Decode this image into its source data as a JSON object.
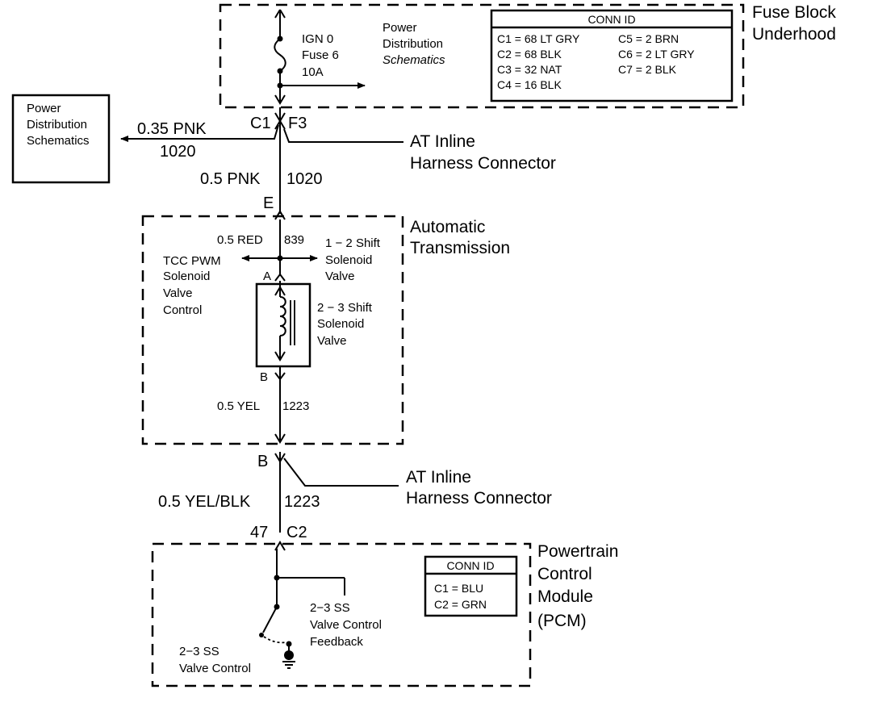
{
  "fuse_block": {
    "label_line1": "Fuse Block",
    "label_line2": "Underhood",
    "fuse_line1": "IGN 0",
    "fuse_line2": "Fuse 6",
    "fuse_line3": "10A",
    "pd_line1": "Power",
    "pd_line2": "Distribution",
    "pd_line3": "Schematics",
    "conn_title": "CONN ID",
    "conn": [
      "C1 = 68 LT GRY",
      "C2 = 68 BLK",
      "C3 = 32 NAT",
      "C4 = 16 BLK",
      "C5 = 2 BRN",
      "C6 = 2 LT GRY",
      "C7 = 2 BLK"
    ]
  },
  "left_box": {
    "line1": "Power",
    "line2": "Distribution",
    "line3": "Schematics"
  },
  "top_wires": {
    "c1": "C1",
    "f3": "F3",
    "pnk_035": "0.35 PNK",
    "circuit_1020_a": "1020",
    "pnk_05": "0.5 PNK",
    "circuit_1020_b": "1020",
    "pin_e": "E"
  },
  "at_inline_1": {
    "line1": "AT Inline",
    "line2": "Harness Connector"
  },
  "transmission": {
    "label_line1": "Automatic",
    "label_line2": "Transmission",
    "red_wire": "0.5 RED",
    "circuit_839": "839",
    "tcc_line1": "TCC PWM",
    "tcc_line2": "Solenoid",
    "tcc_line3": "Valve",
    "tcc_line4": "Control",
    "shift12_line1": "1 − 2 Shift",
    "shift12_line2": "Solenoid",
    "shift12_line3": "Valve",
    "pin_a": "A",
    "shift23_line1": "2 − 3 Shift",
    "shift23_line2": "Solenoid",
    "shift23_line3": "Valve",
    "pin_b": "B",
    "yel_wire": "0.5 YEL",
    "circuit_1223": "1223"
  },
  "middle_wires": {
    "pin_b": "B",
    "yelblk_wire": "0.5 YEL/BLK",
    "circuit_1223": "1223",
    "pin_47": "47",
    "c2": "C2"
  },
  "at_inline_2": {
    "line1": "AT Inline",
    "line2": "Harness Connector"
  },
  "pcm": {
    "label_line1": "Powertrain",
    "label_line2": "Control",
    "label_line3": "Module",
    "label_line4": "(PCM)",
    "conn_title": "CONN ID",
    "conn": [
      "C1 = BLU",
      "C2 = GRN"
    ],
    "fb_line1": "2−3 SS",
    "fb_line2": "Valve Control",
    "fb_line3": "Feedback",
    "vc_line1": "2−3 SS",
    "vc_line2": "Valve Control"
  }
}
